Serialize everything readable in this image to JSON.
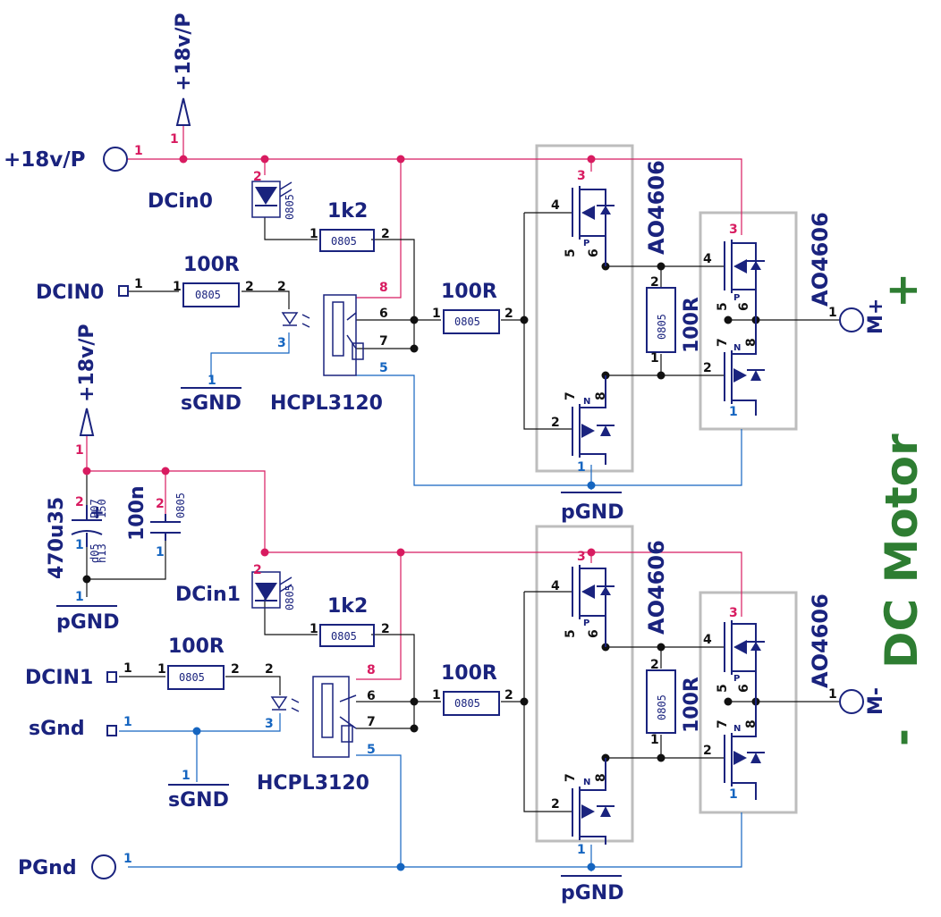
{
  "power": {
    "vin_port": "+18v/P",
    "vin_flag": "+18v/P",
    "pgnd_port": "PGnd",
    "pgnd_label": "pGND",
    "sgnd_label": "sGND",
    "sgnd_port": "sGnd",
    "pin1": "1",
    "pin2": "2"
  },
  "inputs": {
    "dcin0": "DCIN0",
    "dcin1": "DCIN1"
  },
  "leds": [
    "DCin0",
    "DCin1"
  ],
  "led_pkg": "0805",
  "resistors": {
    "r_1k2": "1k2",
    "r_100r": "100R",
    "pkg": "0805"
  },
  "opto": {
    "part": "HCPL3120",
    "pins": [
      "8",
      "6",
      "7",
      "5",
      "2",
      "3"
    ]
  },
  "mosfet": {
    "part": "AO4606",
    "p": "P",
    "n": "N",
    "pins": [
      "1",
      "2",
      "3",
      "4",
      "5",
      "6",
      "7",
      "8"
    ]
  },
  "caps": {
    "electrolytic": "470u35",
    "elec_plus": "+",
    "elec_size1": "P07",
    "elec_size2": "150",
    "elec_size3": "d05",
    "elec_size4": "h13",
    "ceramic": "100n",
    "ceramic_pkg": "0805"
  },
  "outputs": {
    "m_plus": "M+",
    "m_minus": "M-"
  },
  "title": {
    "plus": "+",
    "text": "DC Motor",
    "minus": "-"
  },
  "colors": {
    "net_positive": "#d81b60",
    "net_signal": "#111111",
    "net_ground": "#1565c0",
    "symbol": "#1a237e",
    "title": "#2e7d32",
    "package_box": "#bdbdbd"
  }
}
